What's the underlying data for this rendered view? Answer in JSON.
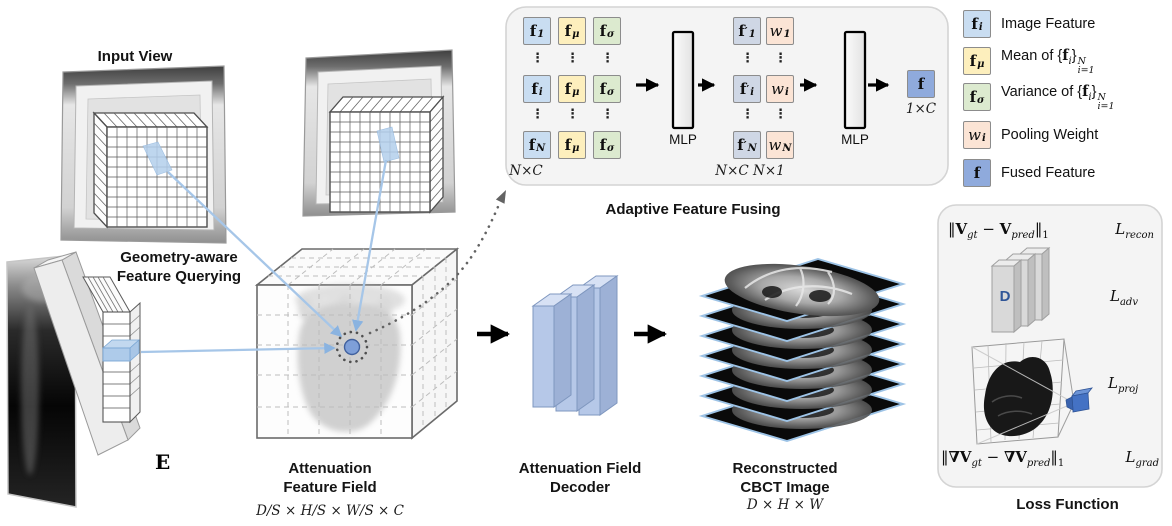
{
  "pipeline": {
    "input_view": "Input View",
    "gq1": "Geometry-aware",
    "gq2": "Feature Querying",
    "encoder": "E",
    "aff1": "Attenuation",
    "aff2": "Feature Field",
    "aff_dims": "D/S × H/S × W/S × C",
    "dec1": "Attenuation Field",
    "dec2": "Decoder",
    "cbct1": "Reconstructed",
    "cbct2": "CBCT Image",
    "cbct_dims": "D × H × W"
  },
  "fusing": {
    "title": "Adaptive Feature Fusing",
    "mlp": "MLP",
    "ellipsis": "⋮",
    "dims": {
      "nc": "N×C",
      "ncn1": "N×C N×1",
      "oneC": "1×C"
    },
    "matrix1": {
      "rows": [
        [
          {
            "b": "f",
            "s": "1"
          },
          {
            "b": "f",
            "s": "μ"
          },
          {
            "b": "f",
            "s": "σ"
          }
        ],
        [
          {
            "b": "f",
            "s": "i"
          },
          {
            "b": "f",
            "s": "μ"
          },
          {
            "b": "f",
            "s": "σ"
          }
        ],
        [
          {
            "b": "f",
            "s": "N"
          },
          {
            "b": "f",
            "s": "μ"
          },
          {
            "b": "f",
            "s": "σ"
          }
        ]
      ]
    },
    "matrix2": {
      "rows": [
        [
          {
            "b": "f",
            "p": "′",
            "s": "1"
          },
          {
            "b": "w",
            "s": "1",
            "it": true
          }
        ],
        [
          {
            "b": "f",
            "p": "′",
            "s": "i"
          },
          {
            "b": "w",
            "s": "i",
            "it": true
          }
        ],
        [
          {
            "b": "f",
            "p": "′",
            "s": "N"
          },
          {
            "b": "w",
            "s": "N",
            "it": true
          }
        ]
      ]
    },
    "fused": {
      "b": "f"
    }
  },
  "legend": {
    "items": [
      {
        "cell": {
          "b": "f",
          "s": "i"
        },
        "color": "#c9ddf1",
        "pre": "Image Feature"
      },
      {
        "cell": {
          "b": "f",
          "s": "μ"
        },
        "color": "#fdefbd",
        "pre": "Mean of {",
        "mb": "f",
        "ms": "i",
        "brace": "}",
        "sup": "N",
        "sub": "i=1"
      },
      {
        "cell": {
          "b": "f",
          "s": "σ"
        },
        "color": "#dceacf",
        "pre": "Variance of {",
        "mb": "f",
        "ms": "i",
        "brace": "}",
        "sup": "N",
        "sub": "i=1"
      },
      {
        "cell": {
          "b": "w",
          "s": "i",
          "it": true
        },
        "color": "#fbe4d5",
        "pre": "Pooling Weight"
      },
      {
        "cell": {
          "b": "f"
        },
        "color": "#8faadc",
        "pre": "Fused Feature"
      }
    ]
  },
  "loss": {
    "title": "Loss Function",
    "recon": {
      "o": "‖",
      "v1": "V",
      "s1": "gt",
      "m": " − ",
      "v2": "V",
      "s2": "pred",
      "c": "‖",
      "n": "1",
      "tag": "L",
      "tagsub": "recon"
    },
    "adv": {
      "d": "D",
      "tag": "L",
      "tagsub": "adv"
    },
    "proj": {
      "tag": "L",
      "tagsub": "proj"
    },
    "grad": {
      "o": "‖",
      "v1": "∇V",
      "s1": "gt",
      "m": " − ",
      "v2": "∇V",
      "s2": "pred",
      "c": "‖",
      "n": "1",
      "tag": "L",
      "tagsub": "grad"
    }
  },
  "colors": {
    "cell_blue": "#c9ddf1",
    "cell_yellow": "#fdefbd",
    "cell_green": "#dceacf",
    "cell_steel": "#cfd7e5",
    "cell_pink": "#fbe4d5",
    "fused_blue": "#8faadc",
    "ray_blue": "#a6c6e8",
    "slice_border": "#9dc3e6",
    "decoder_blue": "#b6c8e8",
    "camera_blue": "#4472c4",
    "box_bg": "#f4f4f4"
  }
}
